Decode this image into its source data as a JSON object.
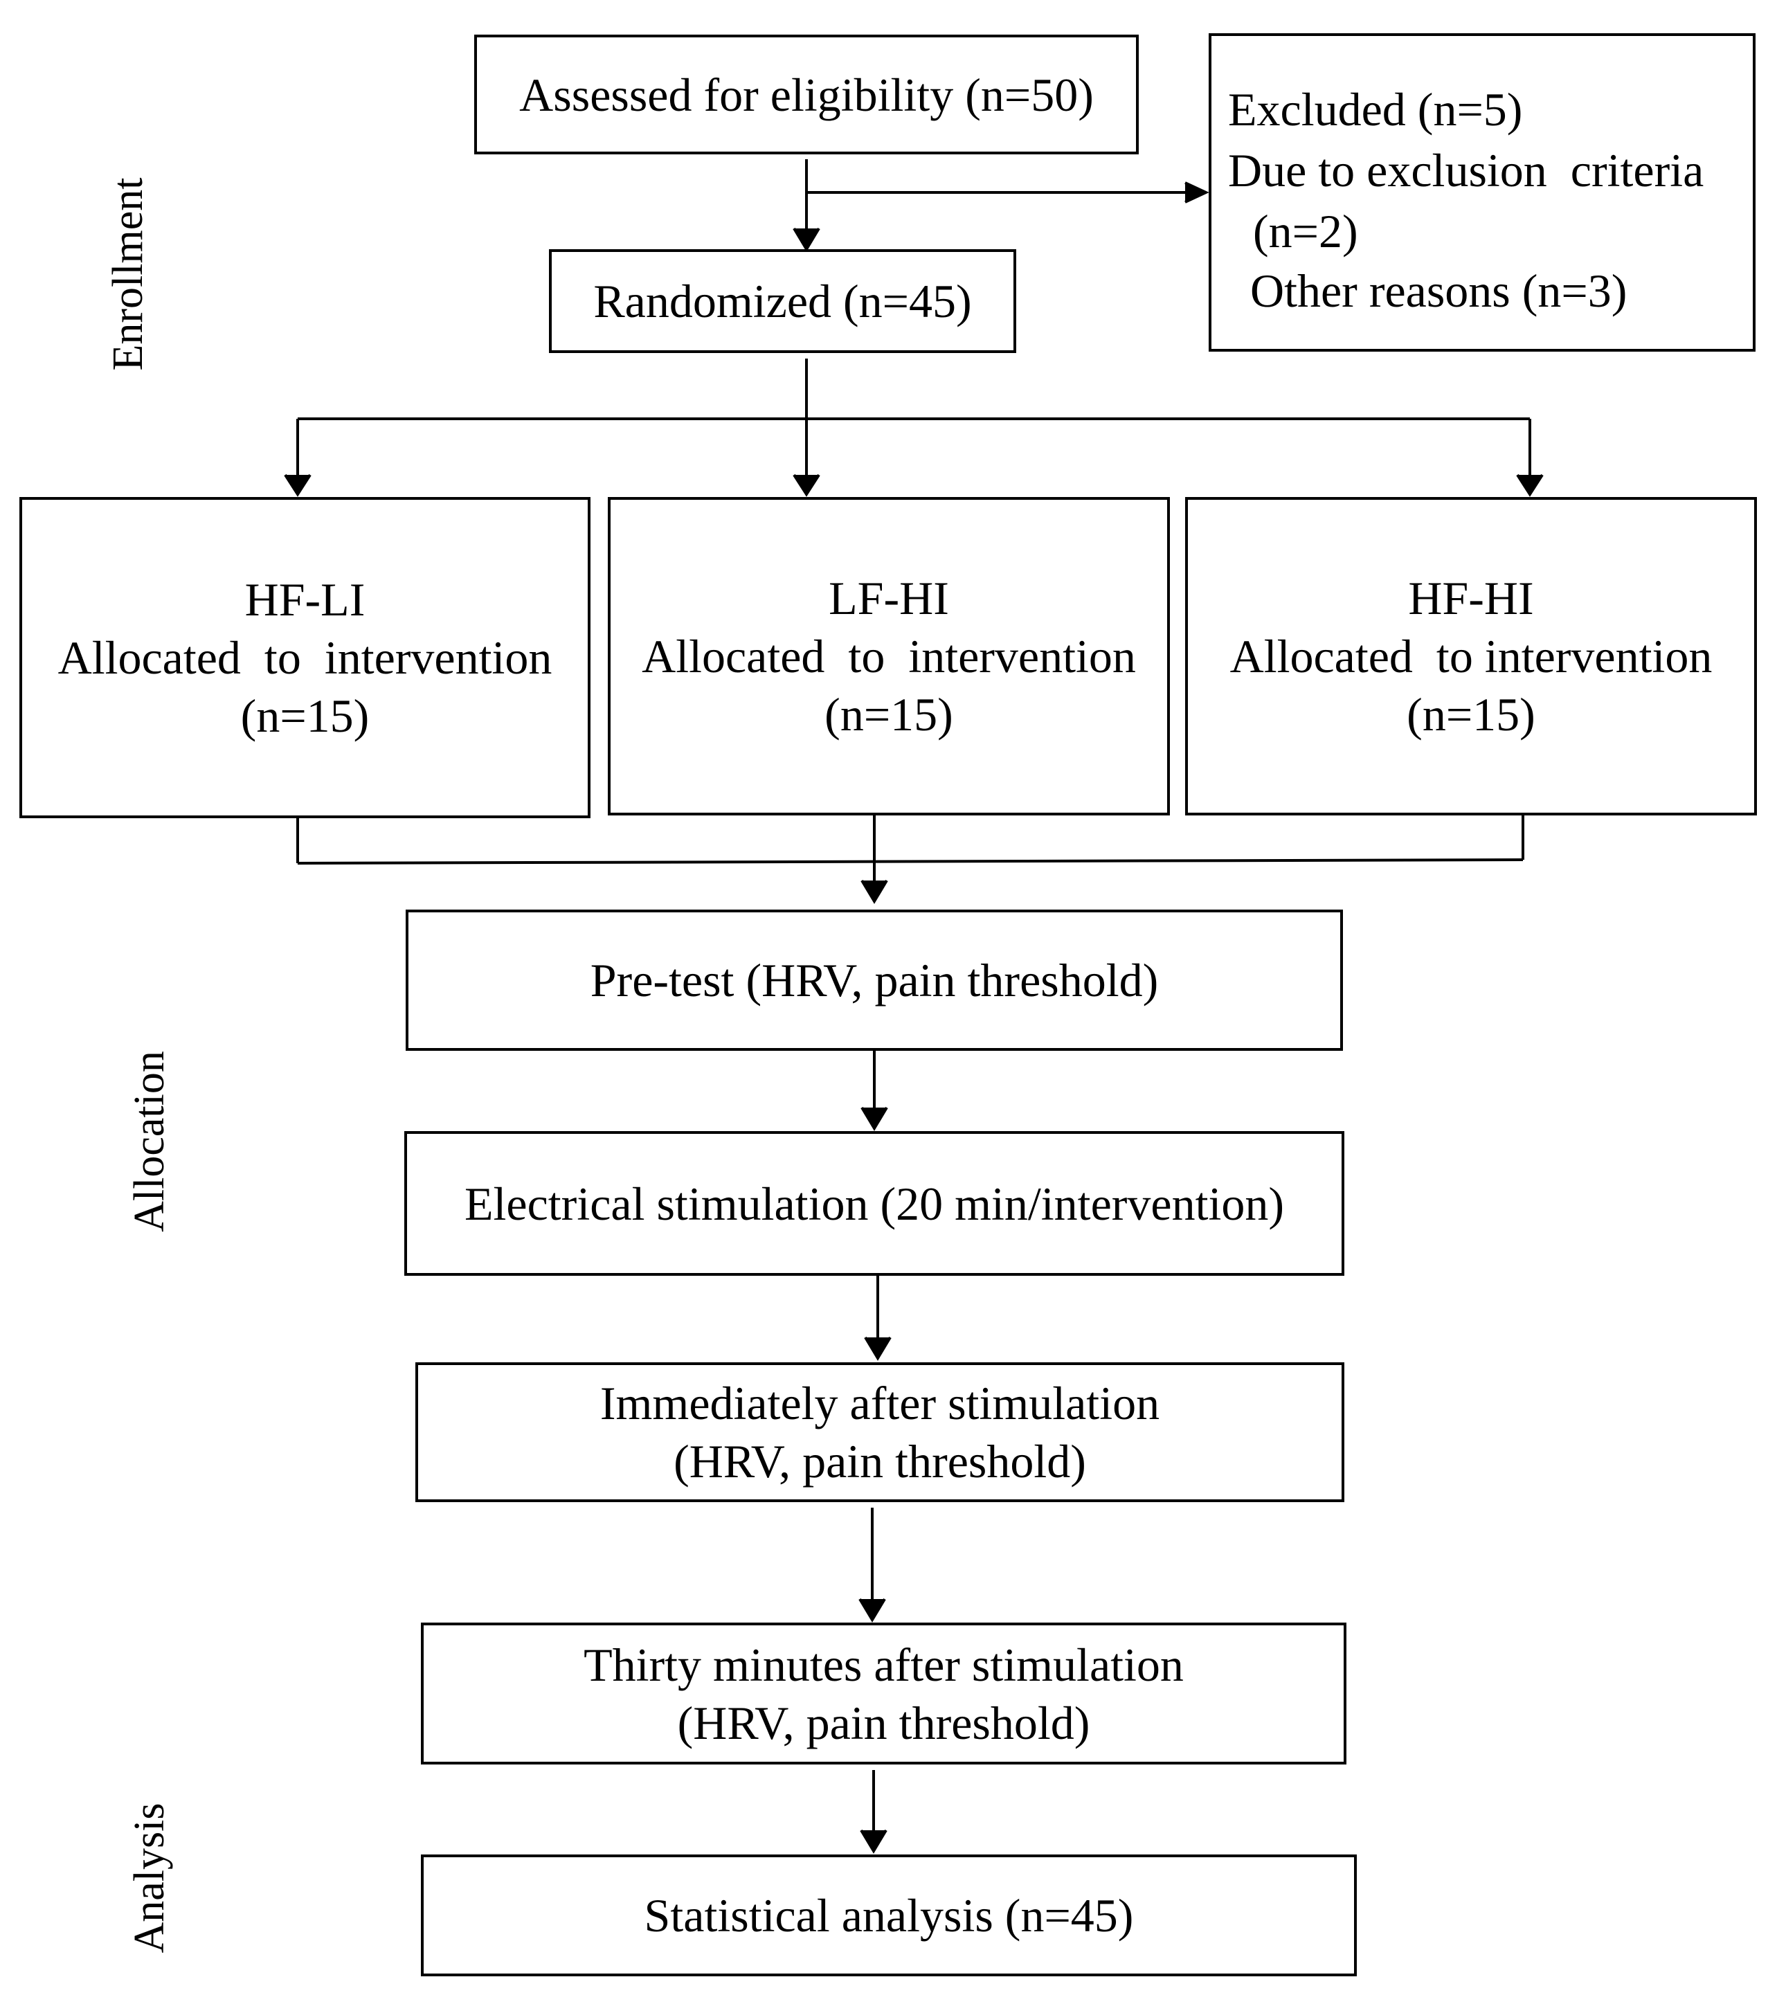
{
  "phases": {
    "enrollment": "Enrollment",
    "allocation": "Allocation",
    "analysis": "Analysis"
  },
  "assessed": "Assessed for eligibility (n=50)",
  "excluded": {
    "title": "Excluded (n=5)",
    "criteria": "Due to exclusion  criteria",
    "criteria_n": "(n=2)",
    "other": "Other reasons (n=3)"
  },
  "randomized": "Randomized (n=45)",
  "groups": [
    {
      "name": "HF-LI",
      "allocation": "Allocated  to  intervention",
      "n": "(n=15)"
    },
    {
      "name": "LF-HI",
      "allocation": "Allocated  to  intervention",
      "n": "(n=15)"
    },
    {
      "name": "HF-HI",
      "allocation": "Allocated  to intervention",
      "n": "(n=15)"
    }
  ],
  "steps": {
    "pretest": "Pre-test (HRV, pain threshold)",
    "stimulation": "Electrical stimulation (20 min/intervention)",
    "immediate_title": "Immediately after stimulation",
    "immediate_measures": "(HRV, pain threshold)",
    "thirty_title": "Thirty minutes after stimulation",
    "thirty_measures": "(HRV, pain threshold)",
    "analysis": "Statistical analysis (n=45)"
  }
}
